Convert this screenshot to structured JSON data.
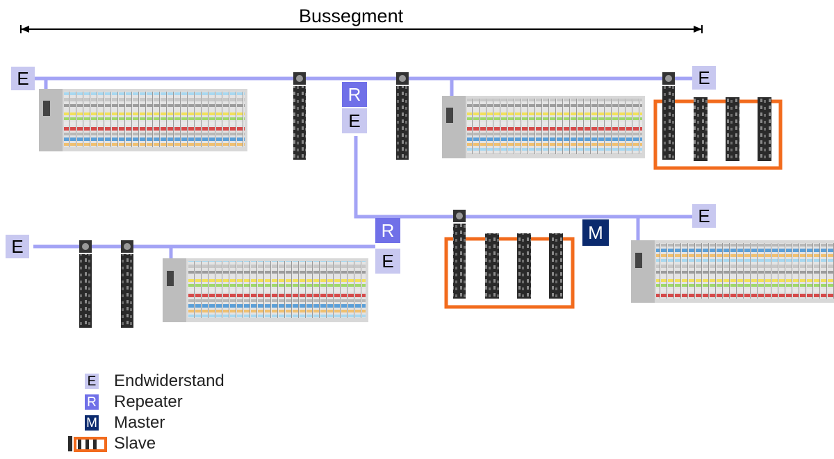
{
  "title": "Bussegment",
  "labels": {
    "terminator": "E",
    "repeater": "R",
    "master": "M"
  },
  "legend": [
    {
      "symbol": "E",
      "text": "Endwiderstand"
    },
    {
      "symbol": "R",
      "text": "Repeater"
    },
    {
      "symbol": "M",
      "text": "Master"
    },
    {
      "symbol": "",
      "text": "Slave"
    }
  ],
  "colors": {
    "bus_line": "#a3a3f5",
    "terminator": "#c8c8f0",
    "repeater": "#7070e8",
    "master": "#0b2a6e",
    "slave_group": "#f26b1d"
  }
}
